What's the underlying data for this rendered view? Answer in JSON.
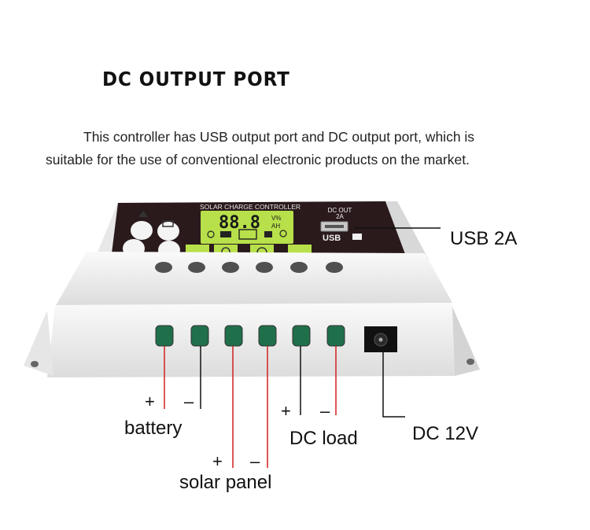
{
  "header": {
    "title": "DC OUTPUT PORT",
    "description_line1": "This controller has USB output port and DC output port, which is",
    "description_line2": "suitable for the use of conventional electronic products on the market."
  },
  "device": {
    "panel_title": "SOLAR CHARGE CONTROLLER",
    "lcd_reading": "88.8",
    "lcd_units_top": "V%",
    "lcd_units_bottom": "AH",
    "dc_out_label": "DC OUT",
    "dc_out_rating": "2A",
    "usb_label": "USB",
    "colors": {
      "body": "#f2f2f2",
      "face": "#2a1a1c",
      "lcd": "#b8e04a",
      "terminal": "#1f6f4a"
    }
  },
  "callouts": {
    "usb": "USB  2A",
    "battery": "battery",
    "battery_plus": "+",
    "battery_minus": "–",
    "solar": "solar panel",
    "solar_plus": "+",
    "solar_minus": "–",
    "load": "DC load",
    "load_plus": "+",
    "load_minus": "–",
    "dc12": "DC 12V"
  }
}
